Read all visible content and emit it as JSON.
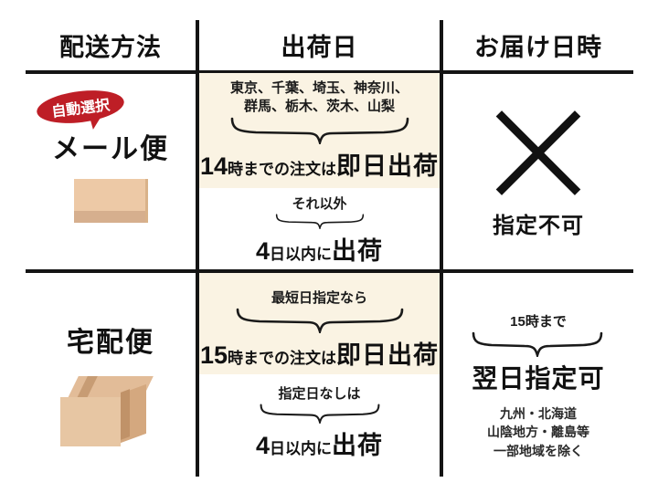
{
  "table": {
    "headers": {
      "method": "配送方法",
      "ship_date": "出荷日",
      "delivery": "お届け日時"
    },
    "accent_color": "#BE1E26",
    "highlight_color": "#FAF3E3",
    "rule_color": "#141414"
  },
  "rows": [
    {
      "method": {
        "badge": "自動選択",
        "name": "メール便",
        "icon": "flat-mail-package-icon"
      },
      "ship_date": [
        {
          "condition": "東京、千葉、埼玉、神奈川、\n群馬、栃木、茨木、山梨",
          "condition_line1": "東京、千葉、埼玉、神奈川、",
          "condition_line2": "群馬、栃木、茨木、山梨",
          "result_lead": "14",
          "result_mid": "時までの注文は",
          "result_emph": "即日出荷",
          "highlighted": true
        },
        {
          "condition": "それ以外",
          "result_lead": "4",
          "result_mid": "日以内に",
          "result_emph": "出荷",
          "highlighted": false
        }
      ],
      "delivery": {
        "icon": "x-mark-icon",
        "label": "指定不可"
      }
    },
    {
      "method": {
        "badge": "",
        "name": "宅配便",
        "icon": "parcel-box-icon"
      },
      "ship_date": [
        {
          "condition": "最短日指定なら",
          "result_lead": "15",
          "result_mid": "時までの注文は",
          "result_emph": "即日出荷",
          "highlighted": true
        },
        {
          "condition": "指定日なしは",
          "result_lead": "4",
          "result_mid": "日以内に",
          "result_emph": "出荷",
          "highlighted": false
        }
      ],
      "delivery": {
        "condition": "15時まで",
        "main": "翌日指定可",
        "note_line1": "九州・北海道",
        "note_line2": "山陰地方・離島等",
        "note_line3": "一部地域を除く"
      }
    }
  ]
}
